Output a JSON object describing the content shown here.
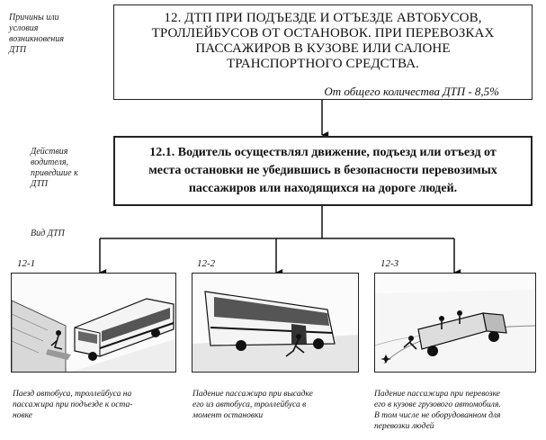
{
  "labels": {
    "reasons": "Причины или условия возникновения ДТП",
    "driver_actions": "Действия водителя, приведшие к ДТП",
    "accident_type": "Вид ДТП"
  },
  "main": {
    "title_lines": [
      "12. ДТП ПРИ ПОДЪЕЗДЕ И ОТЪЕЗДЕ  АВТОБУСОВ,",
      "ТРОЛЛЕЙБУСОВ ОТ ОСТАНОВОК. ПРИ ПЕРЕВОЗКАХ",
      "ПАССАЖИРОВ В КУЗОВЕ ИЛИ САЛОНЕ",
      "ТРАНСПОРТНОГО СРЕДСТВА."
    ],
    "share": "От общего количества ДТП - 8,5%"
  },
  "action": {
    "lines": [
      "12.1. Водитель осуществлял движение, подъезд или отъезд от",
      "места остановки не убедившись в безопасности перевозимых",
      "пассажиров или находящихся на дороге людей."
    ]
  },
  "cases": [
    {
      "number": "12-1",
      "caption_lines": [
        "Паезд автобуса, троллейбуса на",
        "пассажира при подъезде к оста-",
        "новке"
      ]
    },
    {
      "number": "12-2",
      "caption_lines": [
        "Падение пассажира при высадке",
        "его из автобуса, троллейбуса в",
        "момент остановки"
      ]
    },
    {
      "number": "12-3",
      "caption_lines": [
        "Падение пассажира при перевозке",
        "его в кузове грузового автомобиля.",
        "В том числе не оборудованном для",
        "перевозки людей"
      ]
    }
  ]
}
